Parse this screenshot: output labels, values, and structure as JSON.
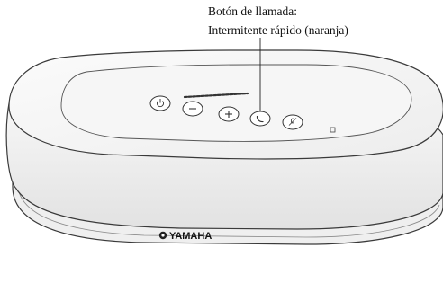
{
  "callout": {
    "title": "Botón de llamada:",
    "state": "Intermitente rápido (naranja)"
  },
  "device": {
    "brand": "YAMAHA",
    "buttons": [
      {
        "name": "power-icon",
        "symbol": "⏻"
      },
      {
        "name": "minus-icon",
        "symbol": "−"
      },
      {
        "name": "plus-icon",
        "symbol": "+"
      },
      {
        "name": "call-icon",
        "symbol": "call"
      },
      {
        "name": "mic-mute-icon",
        "symbol": "mic"
      }
    ],
    "highlight_color": "#e08a1e",
    "body_color": "#f4f4f4",
    "outline_color": "#3a3a3a"
  }
}
